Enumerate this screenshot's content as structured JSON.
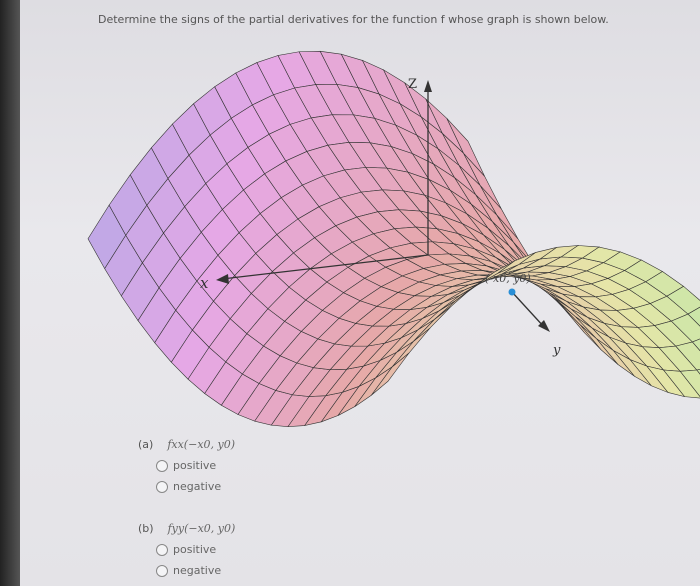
{
  "question": "Determine the signs of the partial derivatives for the function f whose graph is shown below.",
  "graph": {
    "axis_labels": {
      "z": "Z",
      "x": "x",
      "y": "y"
    },
    "point_label": "(-x0, y0)",
    "point_color": "#2a8fd6"
  },
  "parts": [
    {
      "label": "(a)",
      "expr": "fxx(−x0, y0)",
      "options": [
        "positive",
        "negative"
      ]
    },
    {
      "label": "(b)",
      "expr": "fyy(−x0, y0)",
      "options": [
        "positive",
        "negative"
      ]
    }
  ]
}
